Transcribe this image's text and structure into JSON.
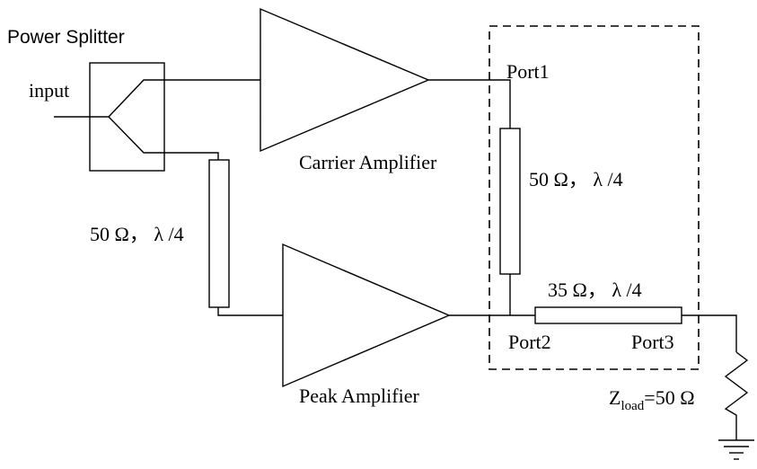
{
  "splitter": {
    "title": "Power Splitter",
    "input_label": "input"
  },
  "carrier": {
    "label": "Carrier Amplifier"
  },
  "peak": {
    "label": "Peak Amplifier"
  },
  "tline_peak": {
    "label": "50 Ω， λ /4"
  },
  "tline_combiner_vertical": {
    "label": "50 Ω， λ /4"
  },
  "tline_combiner_horizontal": {
    "label": "35 Ω， λ /4"
  },
  "ports": {
    "port1": "Port1",
    "port2": "Port2",
    "port3": "Port3"
  },
  "load": {
    "z": "Z",
    "sub": "load",
    "value": "=50 Ω"
  }
}
